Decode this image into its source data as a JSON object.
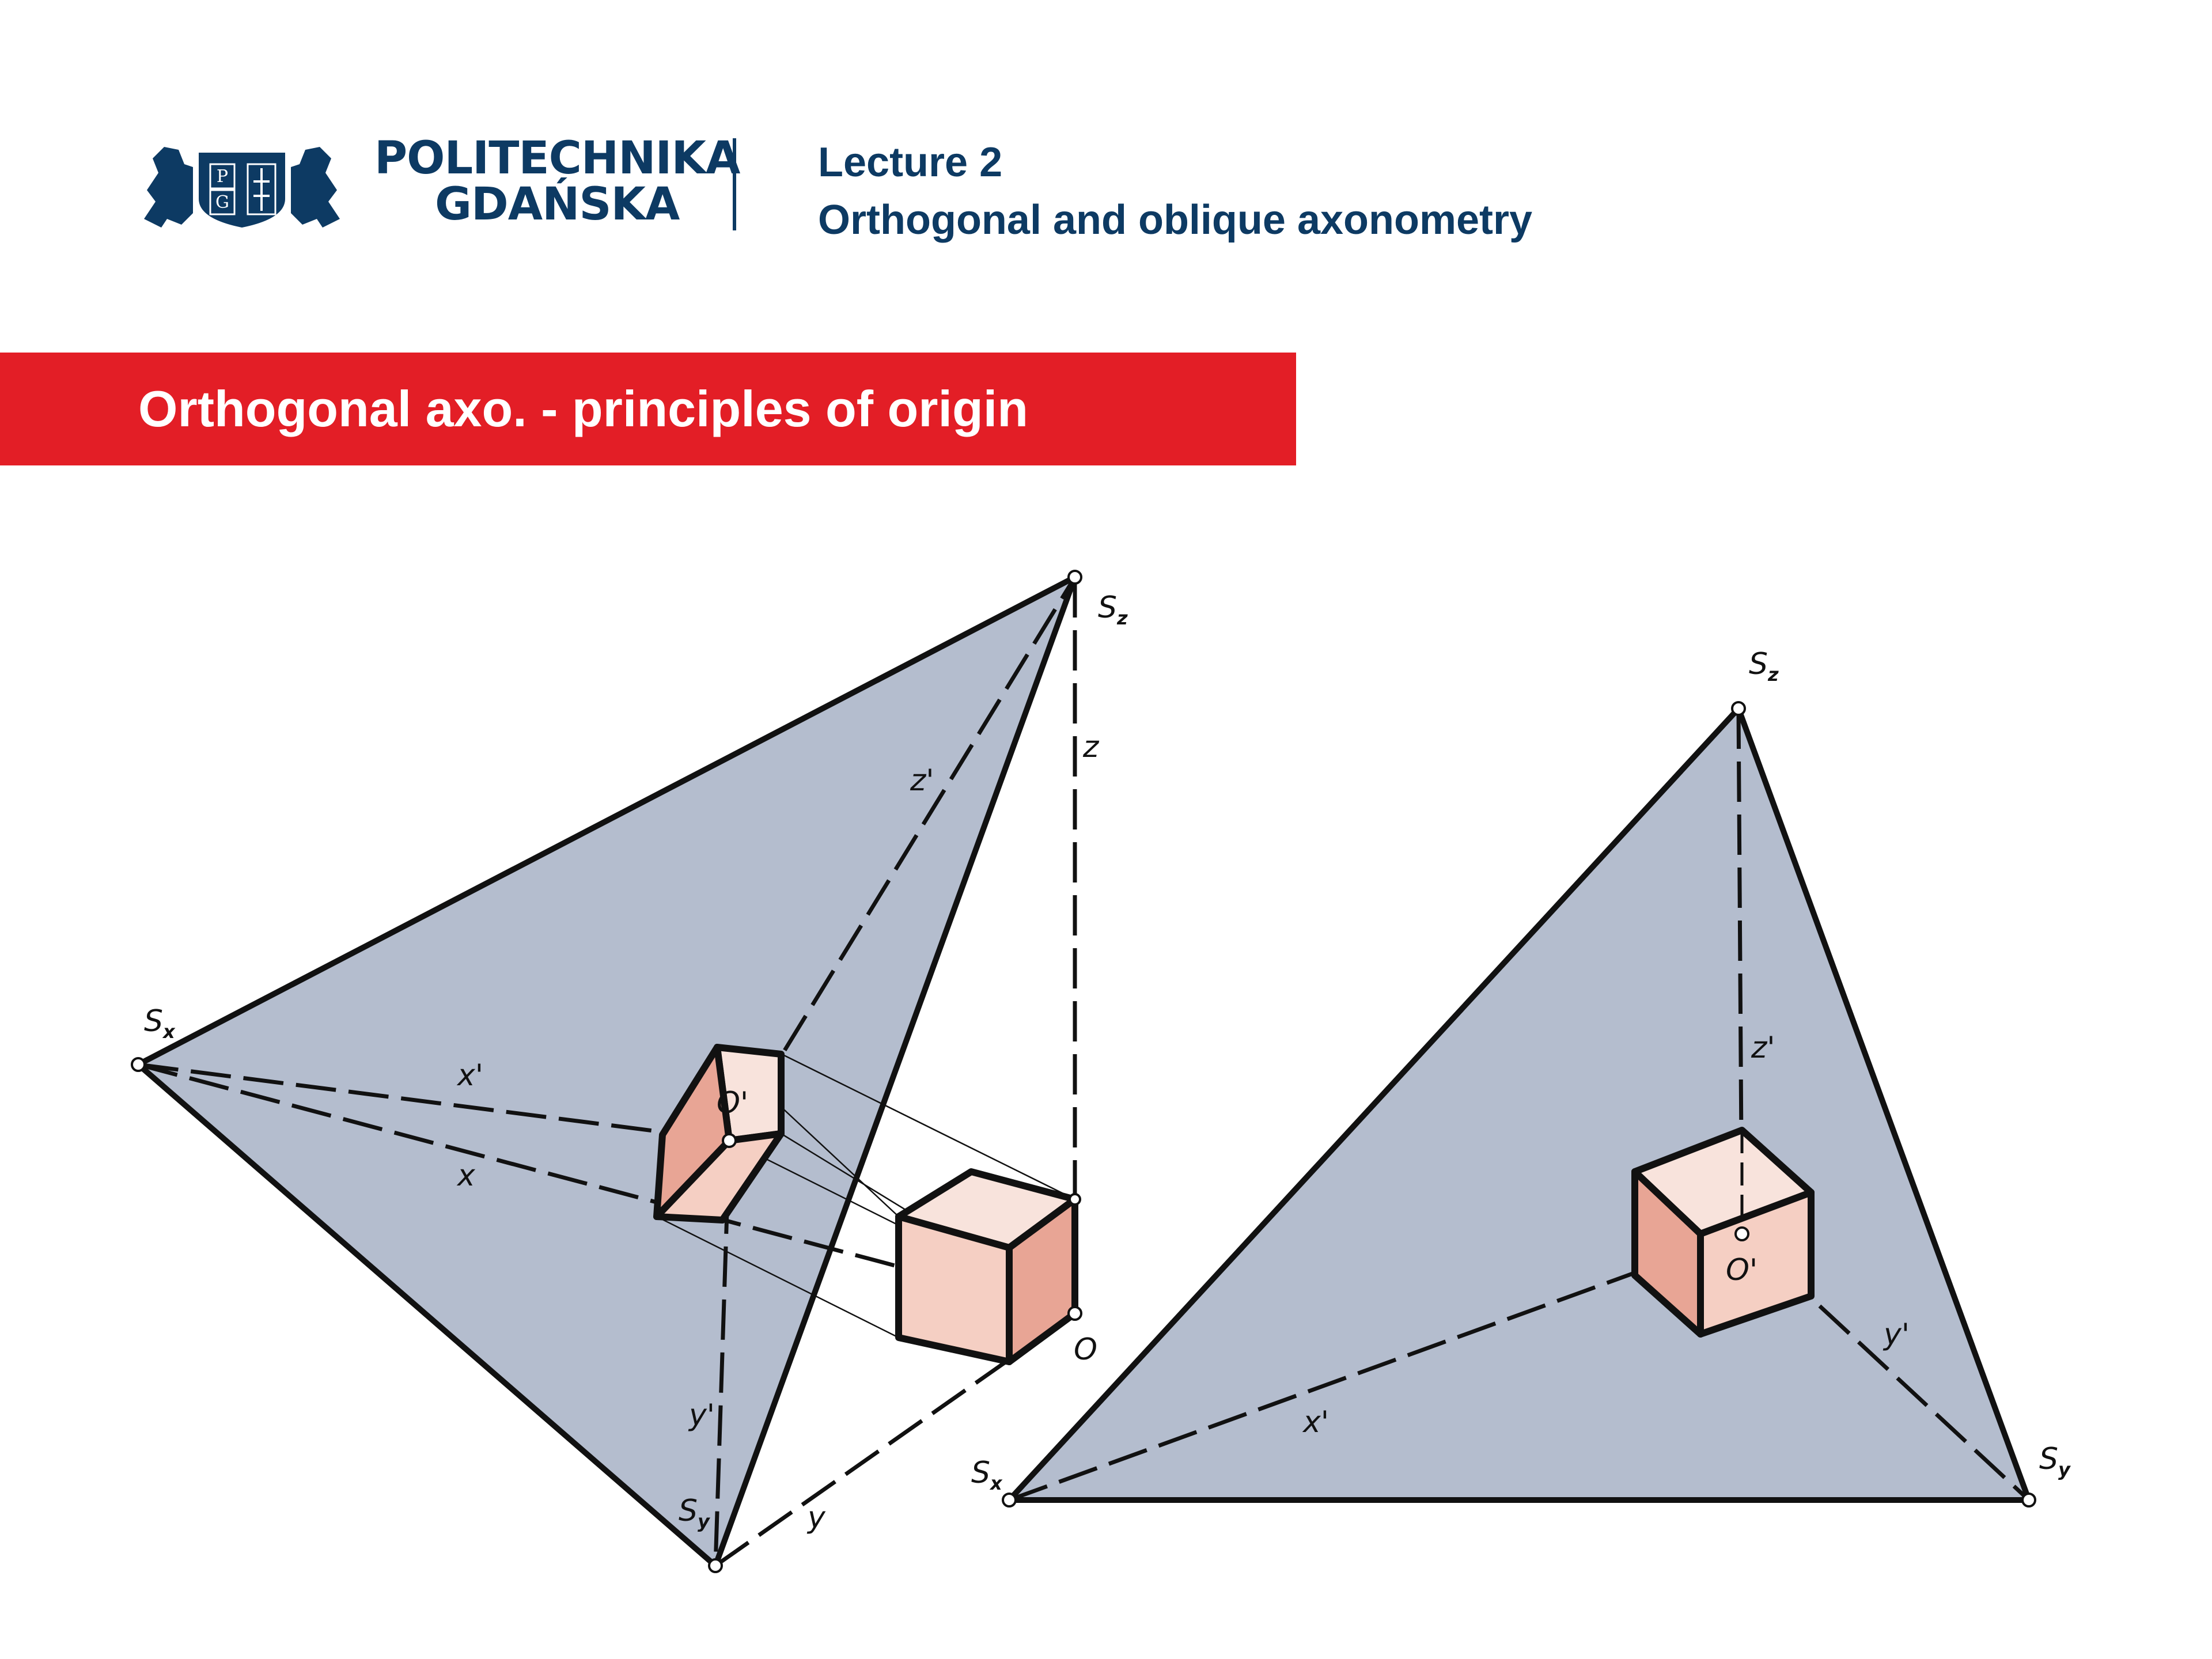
{
  "header": {
    "brand_line1": "POLITECHNIKA",
    "brand_line2": "GDAŃSKA",
    "lecture_number": "Lecture 2",
    "lecture_topic": "Orthogonal and oblique axonometry"
  },
  "banner": {
    "title": "Orthogonal axo. - principles of origin"
  },
  "logo": {
    "shield_letters": [
      "P",
      "G"
    ]
  },
  "colors": {
    "brand_navy": "#0d3a63",
    "banner_red": "#e31e26",
    "plane_fill": "#b4bdce",
    "cube_light": "#f8e3dc",
    "cube_mid": "#f5cfc3",
    "cube_dark": "#e8a595"
  },
  "diagram_left": {
    "vertex_labels": {
      "sx": "S",
      "sx_sub": "x",
      "sy": "S",
      "sy_sub": "y",
      "sz": "S",
      "sz_sub": "z"
    },
    "axis_labels": {
      "x_prime": "x'",
      "y_prime": "y'",
      "z_prime": "z'",
      "x": "x",
      "y": "y",
      "z": "z"
    },
    "origin_labels": {
      "o_prime": "O'",
      "o": "O"
    }
  },
  "diagram_right": {
    "vertex_labels": {
      "sx": "S",
      "sx_sub": "x",
      "sy": "S",
      "sy_sub": "y",
      "sz": "S",
      "sz_sub": "z"
    },
    "axis_labels": {
      "x_prime": "x'",
      "y_prime": "y'",
      "z_prime": "z'"
    },
    "origin_labels": {
      "o_prime": "O'"
    }
  }
}
